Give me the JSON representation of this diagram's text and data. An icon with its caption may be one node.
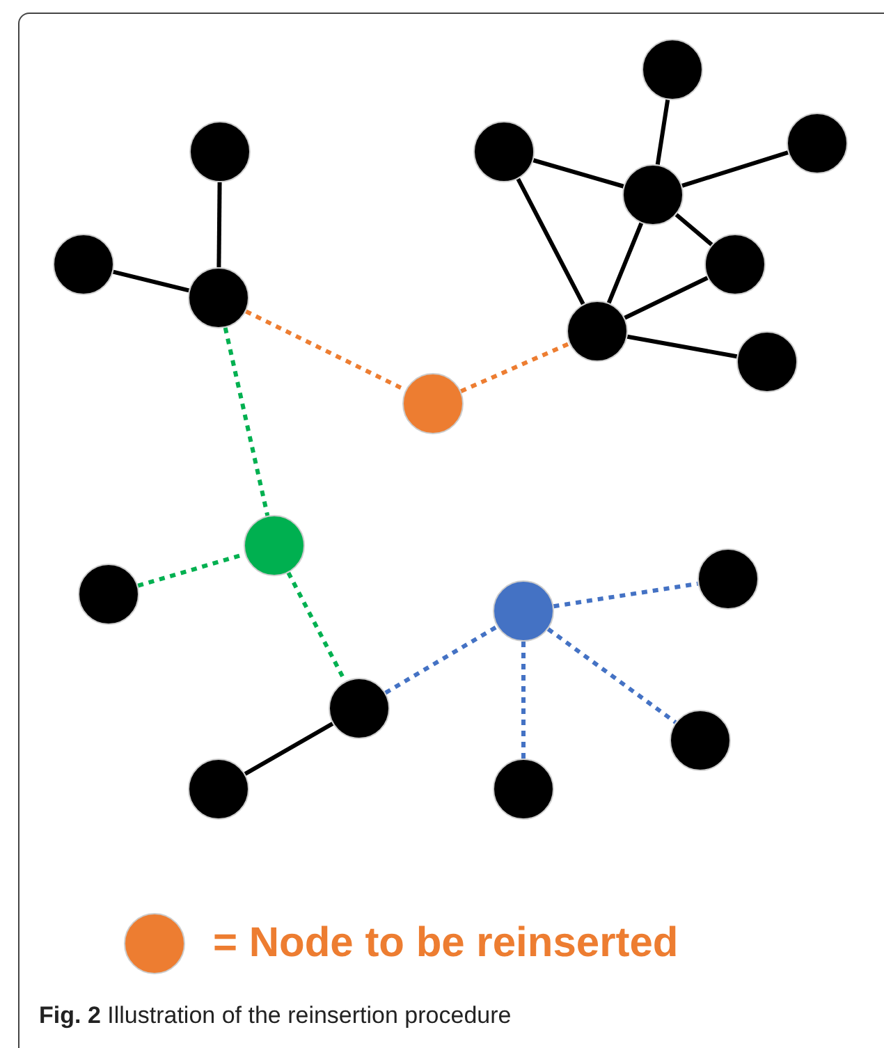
{
  "diagram": {
    "caption": "**Fig. 2** Illustration of the reinsertion procedure",
    "nodes": [
      {
        "text": [],
        "shape": "circle"
      },
      {
        "text": [],
        "shape": "circle"
      },
      {
        "text": [],
        "shape": "circle"
      },
      {
        "text": [],
        "shape": "circle"
      },
      {
        "text": [],
        "shape": "circle"
      },
      {
        "text": [],
        "shape": "circle"
      },
      {
        "text": [],
        "shape": "circle"
      },
      {
        "text": [],
        "shape": "circle"
      },
      {
        "text": [],
        "shape": "circle"
      },
      {
        "text": [],
        "shape": "circle"
      },
      {
        "text": [],
        "shape": "circle"
      },
      {
        "text": [],
        "shape": "circle"
      },
      {
        "text": [],
        "shape": "circle"
      },
      {
        "text": [],
        "shape": "circle"
      },
      {
        "text": [],
        "shape": "circle"
      },
      {
        "text": [],
        "shape": "circle"
      },
      {
        "text": [],
        "shape": "circle"
      },
      {
        "text": [],
        "shape": "circle"
      },
      {
        "text": [],
        "shape": "circle"
      }
    ],
    "edges": [
      {
        "from": 2,
        "to": 7,
        "arrow": "none"
      },
      {
        "from": 5,
        "to": 7,
        "arrow": "none"
      },
      {
        "from": 3,
        "to": 4,
        "arrow": "none"
      },
      {
        "from": 0,
        "to": 4,
        "arrow": "none"
      },
      {
        "from": 1,
        "to": 4,
        "arrow": "none"
      },
      {
        "from": 4,
        "to": 6,
        "arrow": "none"
      },
      {
        "from": 3,
        "to": 8,
        "arrow": "none"
      },
      {
        "from": 4,
        "to": 8,
        "arrow": "none"
      },
      {
        "from": 6,
        "to": 8,
        "arrow": "none"
      },
      {
        "from": 8,
        "to": 9,
        "arrow": "none"
      },
      {
        "from": 7,
        "to": 10,
        "arrow": "none",
        "style": "dashed",
        "color": "#ed7d31"
      },
      {
        "from": 10,
        "to": 8,
        "arrow": "none",
        "style": "dashed",
        "color": "#ed7d31"
      },
      {
        "from": 7,
        "to": 11,
        "arrow": "none",
        "style": "dashed",
        "color": "#00b050"
      },
      {
        "from": 13,
        "to": 11,
        "arrow": "none",
        "style": "dashed",
        "color": "#00b050"
      },
      {
        "from": 11,
        "to": 15,
        "arrow": "none",
        "style": "dashed",
        "color": "#00b050"
      },
      {
        "from": 15,
        "to": 14,
        "arrow": "none",
        "style": "dashed",
        "color": "#4472c4"
      },
      {
        "from": 14,
        "to": 12,
        "arrow": "none",
        "style": "dashed",
        "color": "#4472c4"
      },
      {
        "from": 14,
        "to": 18,
        "arrow": "none",
        "style": "dashed",
        "color": "#4472c4"
      },
      {
        "from": 14,
        "to": 16,
        "arrow": "none",
        "style": "dashed",
        "color": "#4472c4"
      },
      {
        "from": 15,
        "to": 17,
        "arrow": "none"
      }
    ],
    "legend": [
      {
        "text": "= Node to be reinserted",
        "color": "#ed7d31"
      }
    ]
  }
}
